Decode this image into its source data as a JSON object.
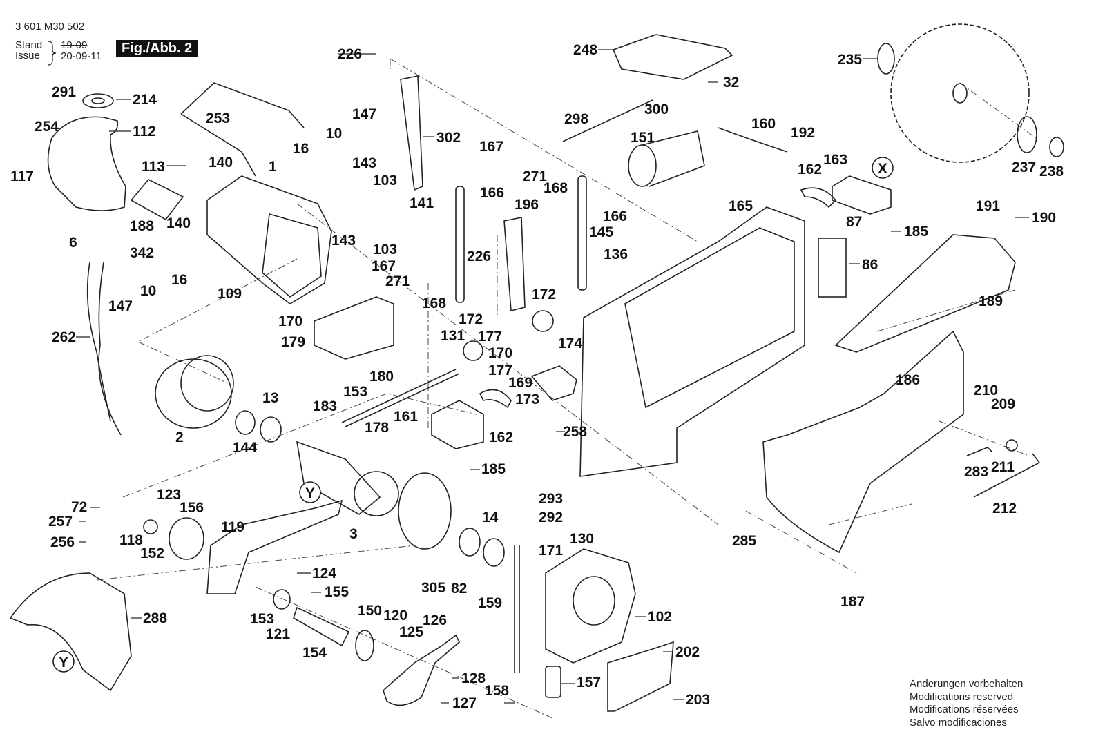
{
  "header": {
    "document_number": "3 601 M30 502",
    "stand_label": "Stand",
    "issue_label": "Issue",
    "stand_date_struck": "19-09",
    "issue_date": "20-09-11",
    "figure_label": "Fig./Abb. 2"
  },
  "notes": [
    "Änderungen vorbehalten",
    "Modifications reserved",
    "Modifications réservées",
    "Salvo modificaciones"
  ],
  "callouts": {
    "X": "X",
    "Y1": "Y",
    "Y2": "Y"
  },
  "parts": [
    "291",
    "214",
    "254",
    "112",
    "117",
    "253",
    "113",
    "188",
    "140",
    "140",
    "1",
    "16",
    "10",
    "147",
    "143",
    "103",
    "141",
    "143",
    "103",
    "6",
    "342",
    "16",
    "10",
    "147",
    "109",
    "262",
    "226",
    "302",
    "167",
    "271",
    "168",
    "166",
    "196",
    "166",
    "145",
    "136",
    "226",
    "167",
    "271",
    "168",
    "170",
    "179",
    "172",
    "131",
    "172",
    "177",
    "170",
    "174",
    "177",
    "169",
    "180",
    "153",
    "183",
    "178",
    "161",
    "162",
    "173",
    "258",
    "185",
    "2",
    "13",
    "144",
    "3",
    "248",
    "300",
    "298",
    "32",
    "151",
    "160",
    "192",
    "235",
    "237",
    "238",
    "162",
    "163",
    "165",
    "87",
    "185",
    "86",
    "191",
    "190",
    "189",
    "186",
    "210",
    "209",
    "211",
    "283",
    "212",
    "285",
    "187",
    "72",
    "257",
    "256",
    "123",
    "156",
    "118",
    "152",
    "119",
    "124",
    "155",
    "153",
    "121",
    "154",
    "150",
    "120",
    "125",
    "126",
    "128",
    "127",
    "305",
    "82",
    "14",
    "159",
    "293",
    "292",
    "171",
    "158",
    "157",
    "130",
    "102",
    "202",
    "203",
    "288"
  ]
}
